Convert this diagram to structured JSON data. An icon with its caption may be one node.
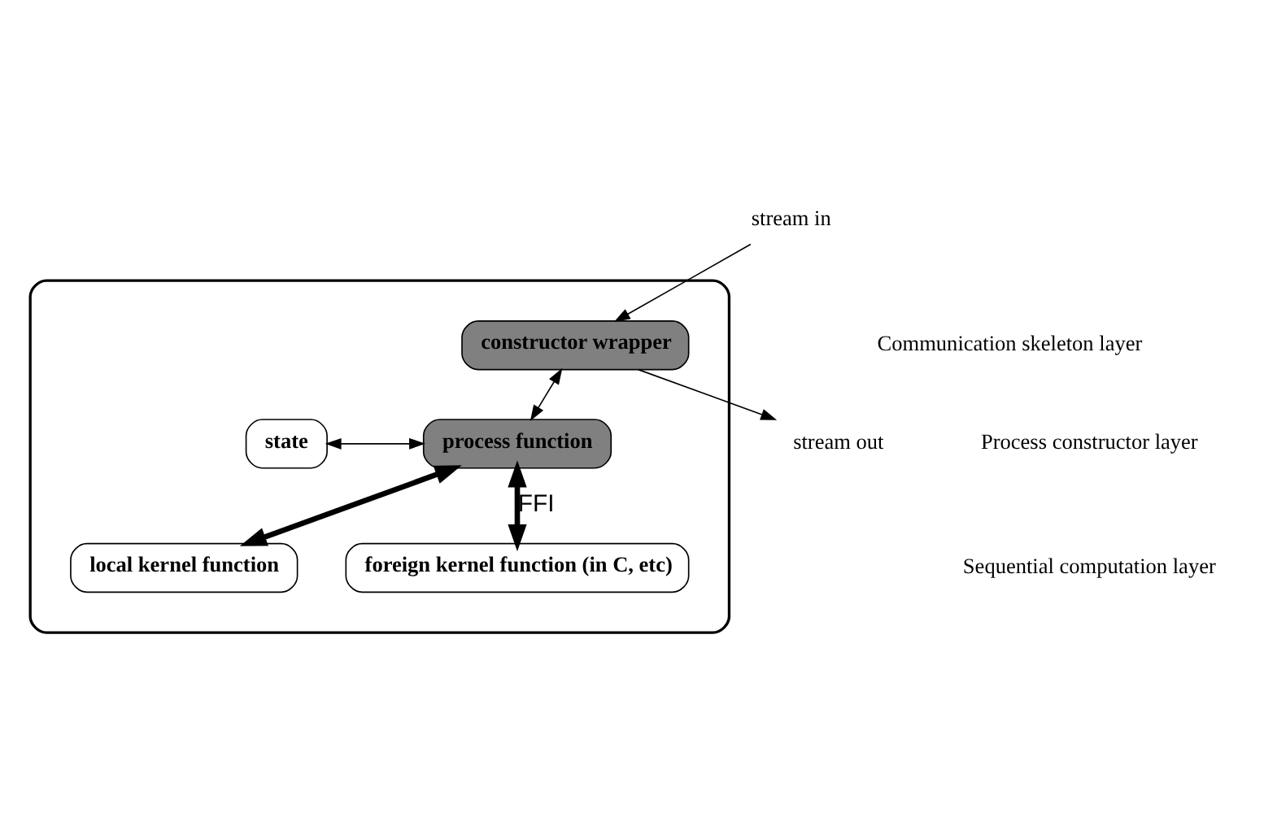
{
  "diagram": {
    "nodes": [
      {
        "text": [
          "stream in"
        ]
      },
      {
        "text": [
          "stream out"
        ]
      },
      {
        "text": [],
        "shape": "ellipse"
      },
      {
        "text": [
          "constructor wrapper"
        ],
        "in": 2
      },
      {
        "text": [
          "state"
        ],
        "in": 2
      },
      {
        "text": [
          "process function"
        ],
        "in": 2
      },
      {
        "text": [
          "local kernel function"
        ],
        "in": 2
      },
      {
        "text": [
          "foreign kernel function (in C, etc)"
        ],
        "in": 2
      }
    ],
    "edges": [
      {
        "from": 0,
        "to": 3,
        "arrow": "to"
      },
      {
        "from": 3,
        "to": 1,
        "arrow": "to"
      },
      {
        "from": 3,
        "to": 5,
        "arrow": "both"
      },
      {
        "from": 4,
        "to": 5,
        "arrow": "both"
      },
      {
        "from": 5,
        "to": 6,
        "arrow": "both",
        "style": "thick"
      },
      {
        "from": 5,
        "to": 7,
        "arrow": "both",
        "style": "thick",
        "label": "FFI"
      }
    ],
    "labels": [
      "Communication skeleton layer",
      "Process constructor layer",
      "Sequential computation layer"
    ]
  }
}
